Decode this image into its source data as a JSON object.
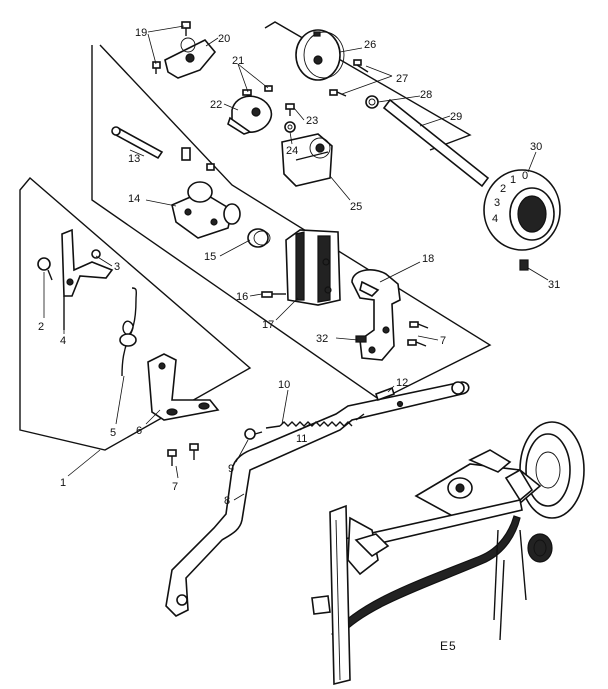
{
  "diagram_code": "E5",
  "labels": {
    "l1": "1",
    "l2": "2",
    "l3": "3",
    "l4": "4",
    "l5": "5",
    "l6": "6",
    "l7a": "7",
    "l7b": "7",
    "l8": "8",
    "l9": "9",
    "l10": "10",
    "l11": "11",
    "l12": "12",
    "l13": "13",
    "l14": "14",
    "l15": "15",
    "l16": "16",
    "l17": "17",
    "l18": "18",
    "l19": "19",
    "l20": "20",
    "l21": "21",
    "l22": "22",
    "l23": "23",
    "l24": "24",
    "l25": "25",
    "l26": "26",
    "l27": "27",
    "l28": "28",
    "l29": "29",
    "l30": "30",
    "l31": "31",
    "l32": "32"
  },
  "dial_numbers": [
    "4",
    "3",
    "2",
    "1",
    "0"
  ]
}
